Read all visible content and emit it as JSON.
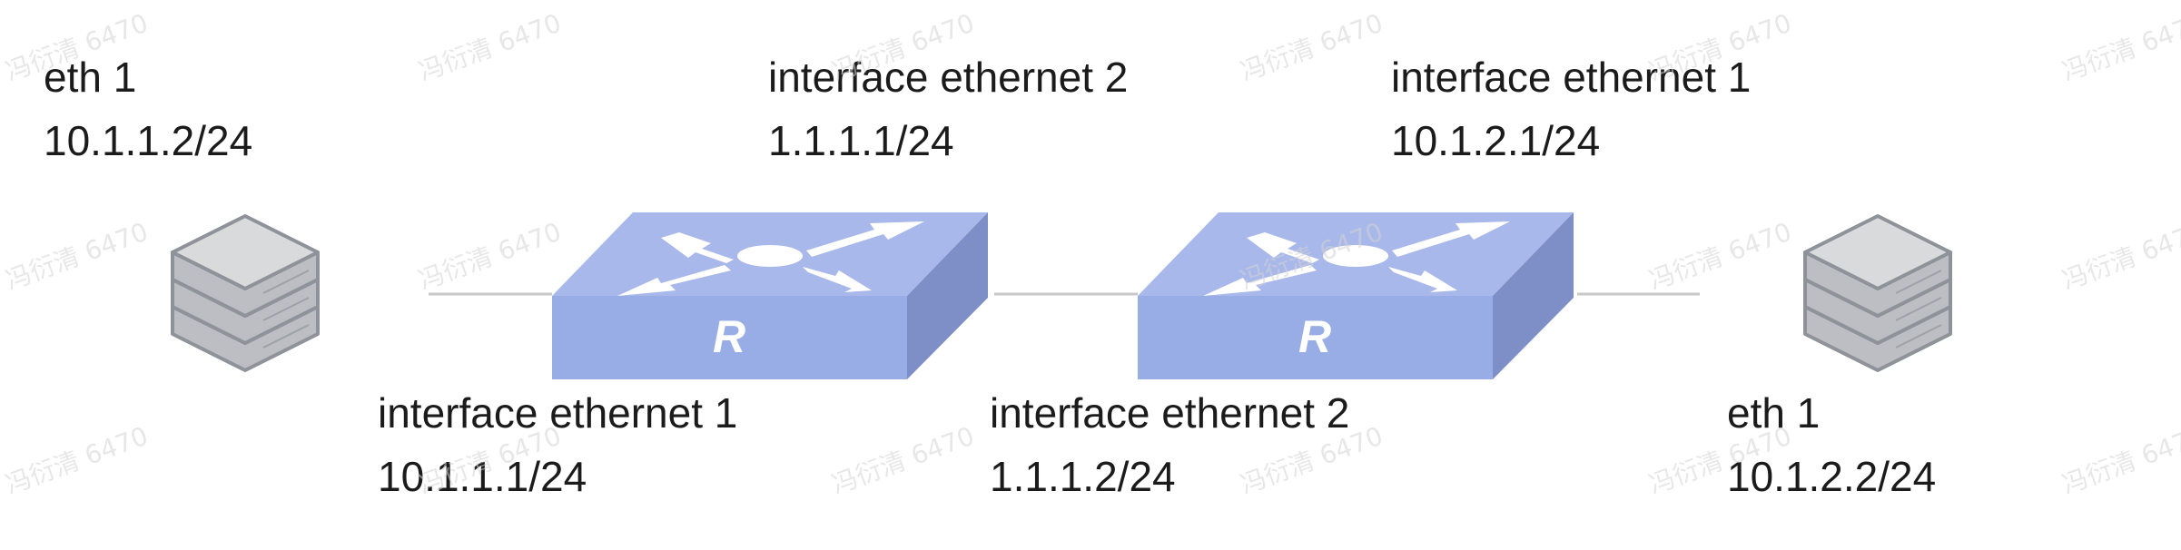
{
  "watermark": "冯衍清 6470",
  "devices": {
    "host_left": {
      "name": "server-icon"
    },
    "router_left": {
      "label": "R"
    },
    "router_right": {
      "label": "R"
    },
    "host_right": {
      "name": "server-icon"
    }
  },
  "labels": {
    "host_left": {
      "line1": "eth 1",
      "line2": "10.1.1.2/24"
    },
    "router_left_east": {
      "line1": "interface ethernet 2",
      "line2": "1.1.1.1/24"
    },
    "router_right_east": {
      "line1": "interface ethernet 1",
      "line2": "10.1.2.1/24"
    },
    "router_left_west": {
      "line1": "interface ethernet 1",
      "line2": "10.1.1.1/24"
    },
    "router_right_west": {
      "line1": "interface ethernet 2",
      "line2": "1.1.1.2/24"
    },
    "host_right": {
      "line1": "eth 1",
      "line2": "10.1.2.2/24"
    }
  },
  "colors": {
    "router_top": "#a9b8ea",
    "router_front": "#98acE6",
    "router_side": "#7d8fc6",
    "link": "#c8c8c8",
    "server_light": "#d9dadc",
    "server_mid": "#bcbec3",
    "server_dark": "#8e9299"
  }
}
